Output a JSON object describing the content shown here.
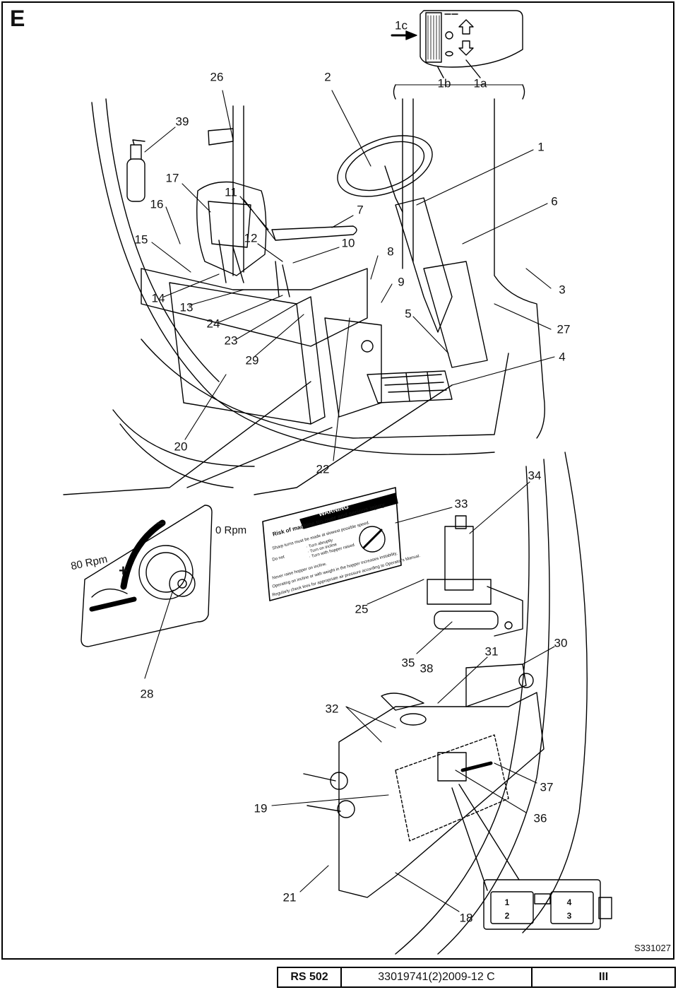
{
  "section_letter": "E",
  "callouts": [
    {
      "id": "1c",
      "text": "1c"
    },
    {
      "id": "1b",
      "text": "1b"
    },
    {
      "id": "1a",
      "text": "1a"
    },
    {
      "id": "26",
      "text": "26"
    },
    {
      "id": "2",
      "text": "2"
    },
    {
      "id": "39",
      "text": "39"
    },
    {
      "id": "1",
      "text": "1"
    },
    {
      "id": "17",
      "text": "17"
    },
    {
      "id": "11",
      "text": "11"
    },
    {
      "id": "16",
      "text": "16"
    },
    {
      "id": "7",
      "text": "7"
    },
    {
      "id": "6",
      "text": "6"
    },
    {
      "id": "15",
      "text": "15"
    },
    {
      "id": "12",
      "text": "12"
    },
    {
      "id": "10",
      "text": "10"
    },
    {
      "id": "8",
      "text": "8"
    },
    {
      "id": "9",
      "text": "9"
    },
    {
      "id": "3",
      "text": "3"
    },
    {
      "id": "14",
      "text": "14"
    },
    {
      "id": "13",
      "text": "13"
    },
    {
      "id": "5",
      "text": "5"
    },
    {
      "id": "24",
      "text": "24"
    },
    {
      "id": "27",
      "text": "27"
    },
    {
      "id": "23",
      "text": "23"
    },
    {
      "id": "4",
      "text": "4"
    },
    {
      "id": "29",
      "text": "29"
    },
    {
      "id": "20",
      "text": "20"
    },
    {
      "id": "22",
      "text": "22"
    },
    {
      "id": "34",
      "text": "34"
    },
    {
      "id": "33",
      "text": "33"
    },
    {
      "id": "25",
      "text": "25"
    },
    {
      "id": "30",
      "text": "30"
    },
    {
      "id": "31",
      "text": "31"
    },
    {
      "id": "35",
      "text": "35"
    },
    {
      "id": "38",
      "text": "38"
    },
    {
      "id": "28",
      "text": "28"
    },
    {
      "id": "32",
      "text": "32"
    },
    {
      "id": "37",
      "text": "37"
    },
    {
      "id": "19",
      "text": "19"
    },
    {
      "id": "36",
      "text": "36"
    },
    {
      "id": "21",
      "text": "21"
    },
    {
      "id": "18",
      "text": "18"
    }
  ],
  "rpm": {
    "zero": "0 Rpm",
    "max": "80 Rpm",
    "plus": "+",
    "minus": "−"
  },
  "warning_label": {
    "header": "WARNING",
    "title": "Risk of machine tip-over and serious injury",
    "line1": "Sharp turns must be made at slowest possible speed.",
    "do_not": "Do not",
    "item1": "· Turn abruptly",
    "item2": "· Turn on incline",
    "item3": "· Turn with hopper raised",
    "line2": "Never raise hopper on incline.",
    "line3": "Operating on incline or with weight in the hopper increases instability.",
    "line4": "Regularly check tires for appropriate air pressure according to Operator's Manual."
  },
  "fuse_slots": [
    "1",
    "4",
    "2",
    "3"
  ],
  "drawing_code": "S331027",
  "footer": {
    "model": "RS 502",
    "doc": "33019741(2)2009-12 C",
    "page": "III"
  }
}
